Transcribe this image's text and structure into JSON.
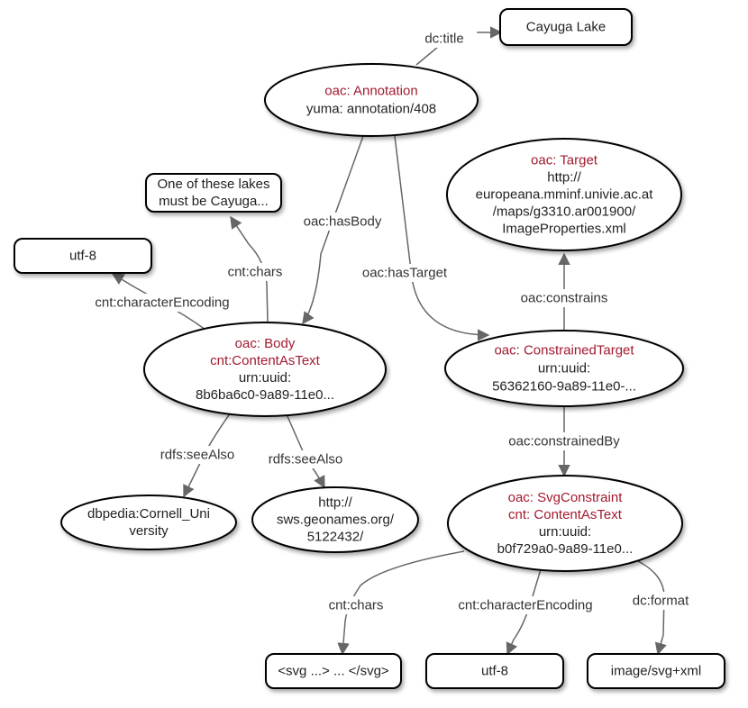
{
  "nodes": {
    "annotation": {
      "shape": "ellipse",
      "lines": [
        {
          "text": "oac: Annotation",
          "kind": "type"
        },
        {
          "text": "yuma: annotation/408",
          "kind": "plain"
        }
      ]
    },
    "title_literal": {
      "shape": "rect",
      "lines": [
        {
          "text": "Cayuga Lake",
          "kind": "plain"
        }
      ]
    },
    "body": {
      "shape": "ellipse",
      "lines": [
        {
          "text": "oac: Body",
          "kind": "type"
        },
        {
          "text": "cnt:ContentAsText",
          "kind": "type"
        },
        {
          "text": "urn:uuid:",
          "kind": "plain"
        },
        {
          "text": "8b6ba6c0-9a89-11e0...",
          "kind": "plain"
        }
      ]
    },
    "body_chars": {
      "shape": "rect",
      "lines": [
        {
          "text": "One of these lakes",
          "kind": "plain"
        },
        {
          "text": "must be Cayuga...",
          "kind": "plain"
        }
      ]
    },
    "body_encoding": {
      "shape": "rect",
      "lines": [
        {
          "text": "utf-8",
          "kind": "plain"
        }
      ]
    },
    "target": {
      "shape": "ellipse",
      "lines": [
        {
          "text": "oac: Target",
          "kind": "type"
        },
        {
          "text": "http://",
          "kind": "plain"
        },
        {
          "text": "europeana.mminf.univie.ac.at",
          "kind": "plain"
        },
        {
          "text": "/maps/g3310.ar001900/",
          "kind": "plain"
        },
        {
          "text": "ImageProperties.xml",
          "kind": "plain"
        }
      ]
    },
    "constrained_target": {
      "shape": "ellipse",
      "lines": [
        {
          "text": "oac: ConstrainedTarget",
          "kind": "type"
        },
        {
          "text": "urn:uuid:",
          "kind": "plain"
        },
        {
          "text": "56362160-9a89-11e0-...",
          "kind": "plain"
        }
      ]
    },
    "dbpedia": {
      "shape": "ellipse",
      "lines": [
        {
          "text": "dbpedia:Cornell_Uni",
          "kind": "plain"
        },
        {
          "text": "versity",
          "kind": "plain"
        }
      ]
    },
    "geonames": {
      "shape": "ellipse",
      "lines": [
        {
          "text": "http://",
          "kind": "plain"
        },
        {
          "text": "sws.geonames.org/",
          "kind": "plain"
        },
        {
          "text": "5122432/",
          "kind": "plain"
        }
      ]
    },
    "svg_constraint": {
      "shape": "ellipse",
      "lines": [
        {
          "text": "oac: SvgConstraint",
          "kind": "type"
        },
        {
          "text": "cnt: ContentAsText",
          "kind": "type"
        },
        {
          "text": "urn:uuid:",
          "kind": "plain"
        },
        {
          "text": "b0f729a0-9a89-11e0...",
          "kind": "plain"
        }
      ]
    },
    "svg_chars": {
      "shape": "rect",
      "lines": [
        {
          "text": "<svg ...> ... </svg>",
          "kind": "plain"
        }
      ]
    },
    "svg_encoding": {
      "shape": "rect",
      "lines": [
        {
          "text": "utf-8",
          "kind": "plain"
        }
      ]
    },
    "svg_format": {
      "shape": "rect",
      "lines": [
        {
          "text": "image/svg+xml",
          "kind": "plain"
        }
      ]
    }
  },
  "edges": [
    {
      "id": "e-title",
      "from": "annotation",
      "to": "title_literal",
      "label": "dc:title"
    },
    {
      "id": "e-hasbody",
      "from": "annotation",
      "to": "body",
      "label": "oac:hasBody"
    },
    {
      "id": "e-hastarget",
      "from": "annotation",
      "to": "constrained_target",
      "label": "oac:hasTarget"
    },
    {
      "id": "e-chars",
      "from": "body",
      "to": "body_chars",
      "label": "cnt:chars"
    },
    {
      "id": "e-encoding",
      "from": "body",
      "to": "body_encoding",
      "label": "cnt:characterEncoding"
    },
    {
      "id": "e-seealso-1",
      "from": "body",
      "to": "dbpedia",
      "label": "rdfs:seeAlso"
    },
    {
      "id": "e-seealso-2",
      "from": "body",
      "to": "geonames",
      "label": "rdfs:seeAlso"
    },
    {
      "id": "e-constrains",
      "from": "constrained_target",
      "to": "target",
      "label": "oac:constrains"
    },
    {
      "id": "e-constrainedby",
      "from": "constrained_target",
      "to": "svg_constraint",
      "label": "oac:constrainedBy"
    },
    {
      "id": "e-svg-chars",
      "from": "svg_constraint",
      "to": "svg_chars",
      "label": "cnt:chars"
    },
    {
      "id": "e-svg-encoding",
      "from": "svg_constraint",
      "to": "svg_encoding",
      "label": "cnt:characterEncoding"
    },
    {
      "id": "e-svg-format",
      "from": "svg_constraint",
      "to": "svg_format",
      "label": "dc:format"
    }
  ],
  "colors": {
    "type_text": "#a31a2f",
    "plain_text": "#222222",
    "edge": "#666666",
    "node_border": "#000000"
  }
}
